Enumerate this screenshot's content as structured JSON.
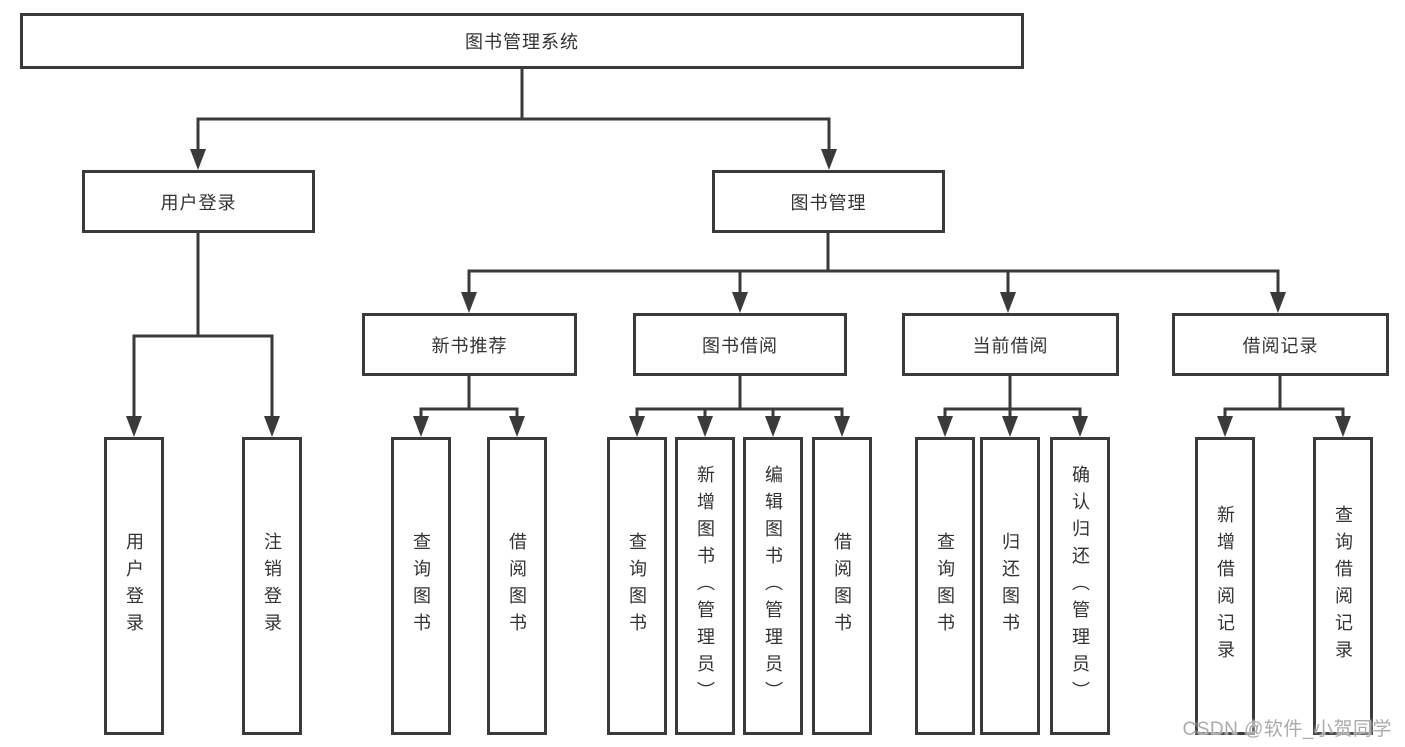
{
  "tree": {
    "label": "图书管理系统",
    "children": [
      {
        "label": "用户登录",
        "children": [
          {
            "label": "用户登录"
          },
          {
            "label": "注销登录"
          }
        ]
      },
      {
        "label": "图书管理",
        "children": [
          {
            "label": "新书推荐",
            "children": [
              {
                "label": "查询图书"
              },
              {
                "label": "借阅图书"
              }
            ]
          },
          {
            "label": "图书借阅",
            "children": [
              {
                "label": "查询图书"
              },
              {
                "label": "新增图书（管理员）"
              },
              {
                "label": "编辑图书（管理员）"
              },
              {
                "label": "借阅图书"
              }
            ]
          },
          {
            "label": "当前借阅",
            "children": [
              {
                "label": "查询图书"
              },
              {
                "label": "归还图书"
              },
              {
                "label": "确认归还（管理员）"
              }
            ]
          },
          {
            "label": "借阅记录",
            "children": [
              {
                "label": "新增借阅记录"
              },
              {
                "label": "查询借阅记录"
              }
            ]
          }
        ]
      }
    ]
  },
  "watermark": {
    "text": "CSDN @软件_小贺同学"
  },
  "colors": {
    "line": "#3a3a3a",
    "text": "#333333",
    "box_fill": "#ffffff",
    "background": "#ffffff",
    "watermark": "#ababab"
  }
}
